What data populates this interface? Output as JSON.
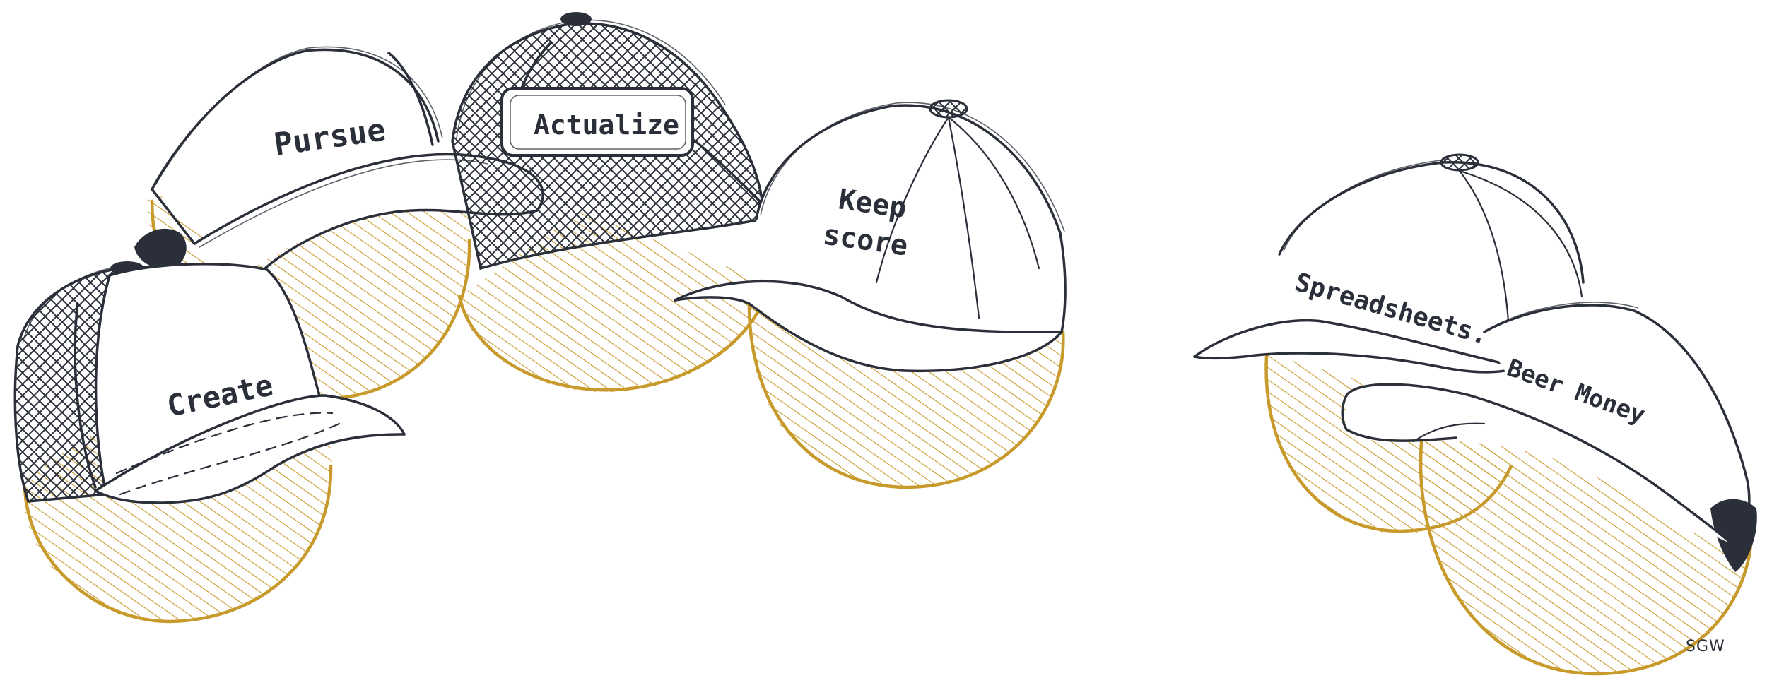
{
  "colors": {
    "ink": "#2b2f3a",
    "shadow_gold": "#c79a2b",
    "background": "#ffffff"
  },
  "hats": {
    "pursue": {
      "label": "Pursue",
      "style": "trucker-white"
    },
    "actualize": {
      "label": "Actualize",
      "style": "mesh-trucker-patch"
    },
    "keep_score": {
      "label_line1": "Keep",
      "label_line2": "score",
      "style": "baseball-cap"
    },
    "create": {
      "label": "Create",
      "style": "mesh-trucker"
    },
    "spreadsheets": {
      "label": "Spreadsheets.",
      "style": "baseball-cap"
    },
    "beer_money": {
      "label": "Beer Money",
      "style": "dad-hat"
    }
  },
  "signature": "SGW"
}
